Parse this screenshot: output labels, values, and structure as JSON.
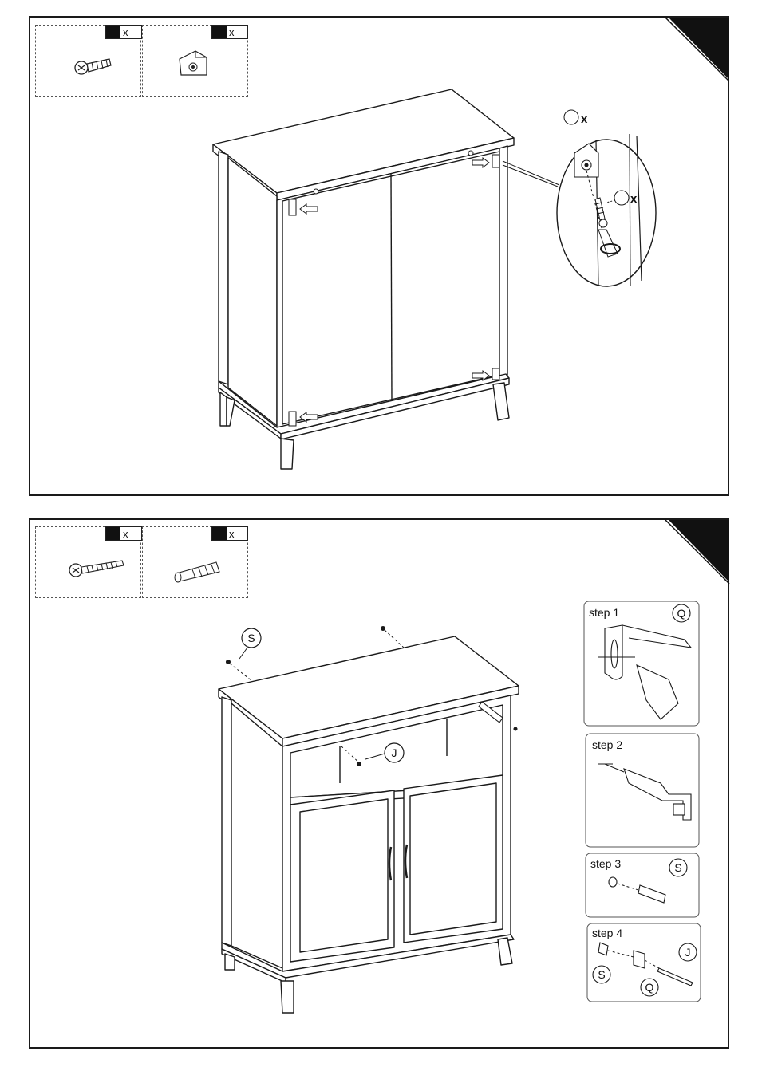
{
  "top_panel": {
    "hardware": [
      {
        "part": "screw-icon",
        "qty_suffix": "x"
      },
      {
        "part": "corner-bracket-icon",
        "qty_suffix": "x"
      }
    ],
    "callout_x1": "x",
    "callout_x2": "x"
  },
  "bottom_panel": {
    "hardware": [
      {
        "part": "long-screw-icon",
        "qty_suffix": "x"
      },
      {
        "part": "wall-anchor-icon",
        "qty_suffix": "x"
      }
    ],
    "label_s": "S",
    "label_j": "J",
    "steps": [
      {
        "label": "step 1",
        "part": "Q"
      },
      {
        "label": "step 2",
        "part": ""
      },
      {
        "label": "step 3",
        "part": "S"
      },
      {
        "label": "step 4",
        "parts": [
          "J",
          "S",
          "Q"
        ]
      }
    ]
  }
}
